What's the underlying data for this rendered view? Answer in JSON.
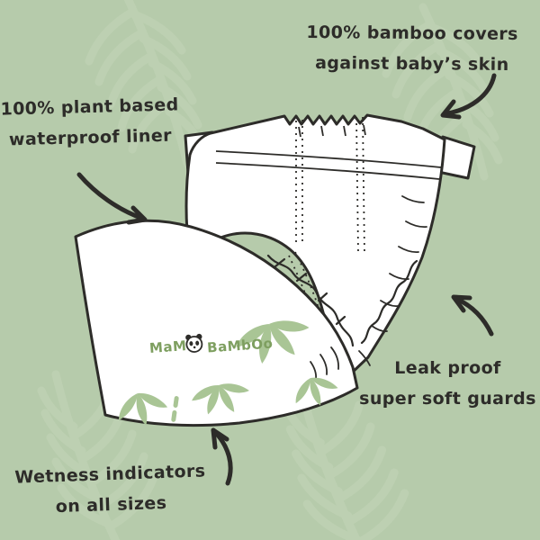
{
  "colors": {
    "bg": "#b6cbab",
    "ink": "#2d2c29",
    "leaf": "#a9c595",
    "logo": "#7e9f60",
    "frond": "#c4d5b8",
    "paper": "#ffffff"
  },
  "annotations": {
    "top_right_line1": "100% bamboo covers",
    "top_right_line2": "against baby’s skin",
    "top_left_line1": "100% plant based",
    "top_left_line2": "waterproof liner",
    "right_line1": "Leak proof",
    "right_line2": "super soft guards",
    "bottom_left_line1": "Wetness indicators",
    "bottom_left_line2": "on all sizes"
  },
  "logo": {
    "word1": "MaMa",
    "word2": "BaMbOo"
  }
}
